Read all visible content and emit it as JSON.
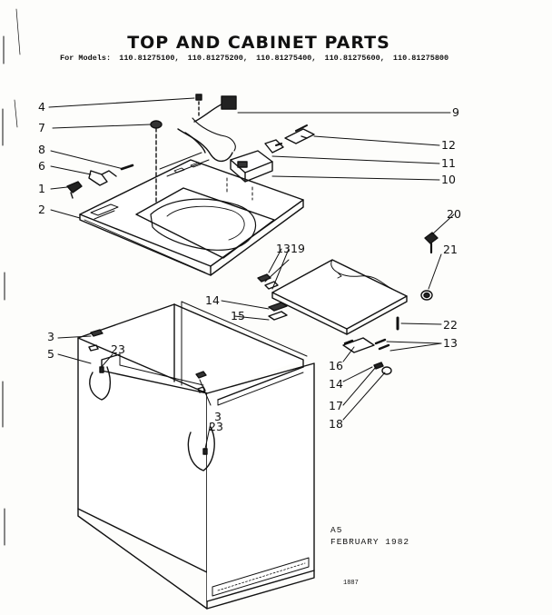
{
  "title": "TOP AND CABINET PARTS",
  "models_prefix": "For Models:",
  "models": [
    "110.81275100,",
    "110.81275200,",
    "110.81275400,",
    "110.81275600,",
    "110.81275800"
  ],
  "callouts": {
    "c1": "1",
    "c2": "2",
    "c3a": "3",
    "c3b": "3",
    "c4": "4",
    "c5": "5",
    "c6": "6",
    "c7": "7",
    "c8": "8",
    "c9": "9",
    "c10": "10",
    "c11": "11",
    "c12": "12",
    "c13a": "13",
    "c13b": "13",
    "c14a": "14",
    "c14b": "14",
    "c15": "15",
    "c16": "16",
    "c17": "17",
    "c18": "18",
    "c19": "19",
    "c20": "20",
    "c21": "21",
    "c22": "22",
    "c23a": "23",
    "c23b": "23"
  },
  "footer": {
    "code": "A5",
    "date": "FEBRUARY 1982",
    "page": "1887"
  }
}
